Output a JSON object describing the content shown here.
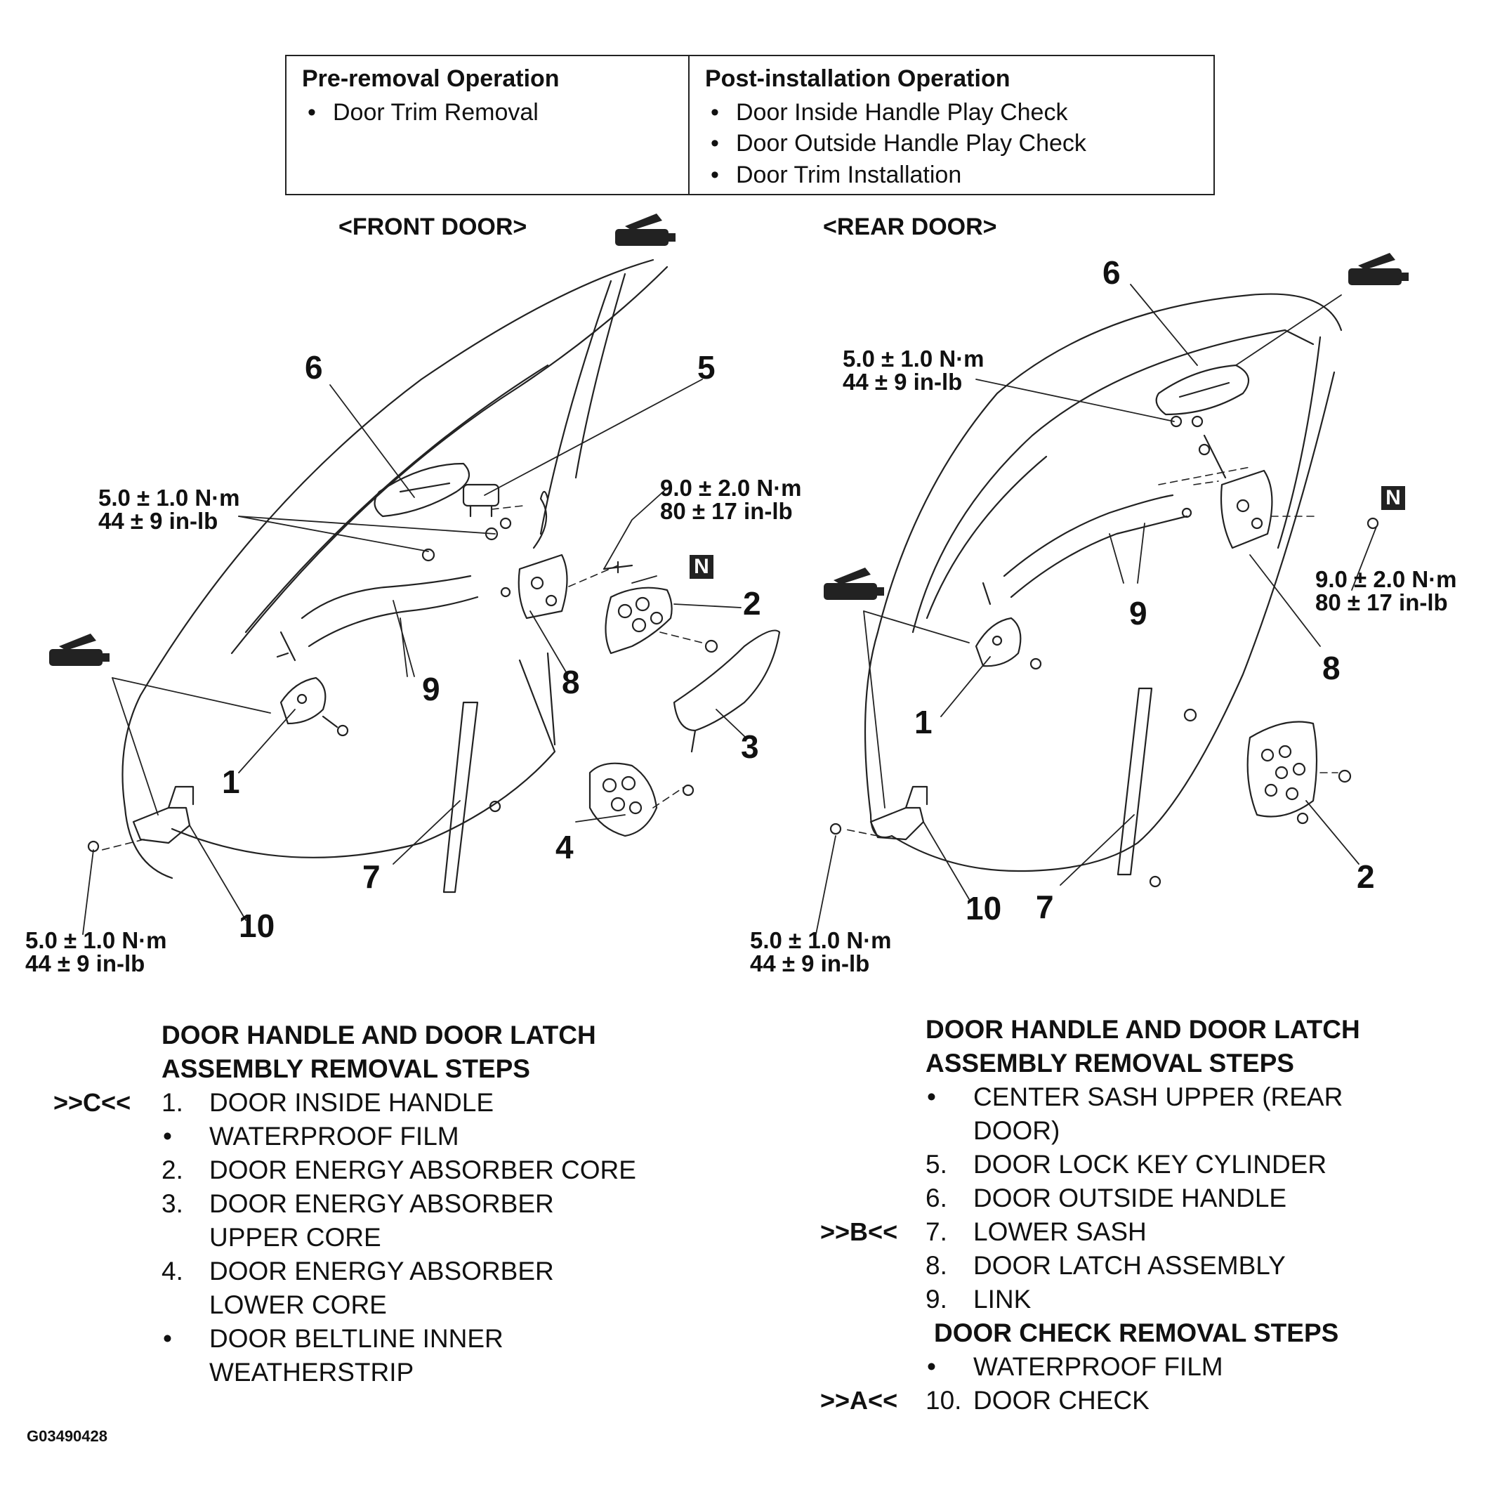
{
  "operations": {
    "pre": {
      "heading": "Pre-removal Operation",
      "items": [
        "Door Trim Removal"
      ]
    },
    "post": {
      "heading": "Post-installation Operation",
      "items": [
        "Door Inside Handle Play Check",
        "Door Outside Handle Play Check",
        "Door Trim Installation"
      ]
    }
  },
  "diagrams": {
    "front_title": "<FRONT DOOR>",
    "rear_title": "<REAR DOOR>",
    "front_callouts": [
      "1",
      "2",
      "3",
      "4",
      "5",
      "6",
      "7",
      "8",
      "9",
      "10"
    ],
    "rear_callouts": [
      "1",
      "2",
      "6",
      "7",
      "8",
      "9",
      "10"
    ],
    "torque_5": {
      "nm": "5.0 ± 1.0 N·m",
      "inlb": "44 ± 9 in-lb"
    },
    "torque_9": {
      "nm": "9.0 ± 2.0 N·m",
      "inlb": "80 ± 17 in-lb"
    },
    "n_symbol": "N"
  },
  "left_steps": {
    "title_line1": "DOOR HANDLE AND DOOR LATCH",
    "title_line2": "ASSEMBLY REMOVAL STEPS",
    "mark_c": ">>C<<",
    "rows": [
      {
        "num": "1.",
        "text": "DOOR INSIDE HANDLE"
      },
      {
        "num": "•",
        "text": "WATERPROOF FILM"
      },
      {
        "num": "2.",
        "text": "DOOR ENERGY ABSORBER CORE"
      },
      {
        "num": "3.",
        "text": "DOOR ENERGY ABSORBER"
      },
      {
        "num": "",
        "text": "UPPER CORE"
      },
      {
        "num": "4.",
        "text": "DOOR ENERGY ABSORBER"
      },
      {
        "num": "",
        "text": "LOWER CORE"
      },
      {
        "num": "•",
        "text": "DOOR BELTLINE INNER"
      },
      {
        "num": "",
        "text": "WEATHERSTRIP"
      }
    ]
  },
  "right_steps": {
    "title_line1": "DOOR HANDLE AND DOOR LATCH",
    "title_line2": "ASSEMBLY REMOVAL STEPS",
    "mark_b": ">>B<<",
    "mark_a": ">>A<<",
    "check_title": "DOOR CHECK REMOVAL STEPS",
    "rows": [
      {
        "num": "•",
        "text": "CENTER SASH UPPER (REAR"
      },
      {
        "num": "",
        "text": "DOOR)"
      },
      {
        "num": "5.",
        "text": "DOOR LOCK KEY CYLINDER"
      },
      {
        "num": "6.",
        "text": "DOOR OUTSIDE HANDLE"
      },
      {
        "num": "7.",
        "text": "LOWER SASH"
      },
      {
        "num": "8.",
        "text": "DOOR LATCH ASSEMBLY"
      },
      {
        "num": "9.",
        "text": "LINK"
      },
      {
        "num": "•",
        "text": "WATERPROOF FILM"
      },
      {
        "num": "10.",
        "text": "DOOR CHECK"
      }
    ]
  },
  "figure_id": "G03490428"
}
